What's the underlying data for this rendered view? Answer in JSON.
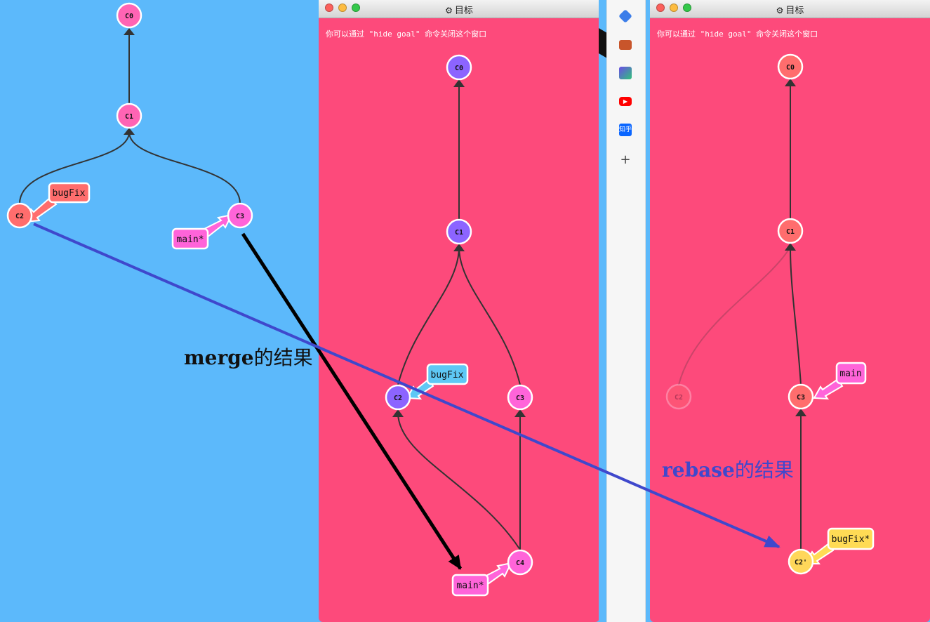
{
  "left_graph": {
    "nodes": {
      "c0": "C0",
      "c1": "C1",
      "c2": "C2",
      "c3": "C3"
    },
    "labels": {
      "bugfix": "bugFix",
      "main": "main*"
    }
  },
  "middle_window": {
    "title": "目标",
    "hint": "你可以通过 \"hide goal\" 命令关闭这个窗口",
    "nodes": {
      "c0": "C0",
      "c1": "C1",
      "c2": "C2",
      "c3": "C3",
      "c4": "C4"
    },
    "labels": {
      "bugfix": "bugFix",
      "main": "main*"
    }
  },
  "right_window": {
    "title": "目标",
    "hint": "你可以通过 \"hide goal\" 命令关闭这个窗口",
    "nodes": {
      "c0": "C0",
      "c1": "C1",
      "c2": "C2",
      "c3": "C3",
      "c2p": "C2'"
    },
    "labels": {
      "main": "main",
      "bugfix": "bugFix*"
    }
  },
  "annotations": {
    "merge_caption_en": "merge",
    "merge_caption_zh": "的结果",
    "rebase_caption_en": "rebase",
    "rebase_caption_zh": "的结果"
  },
  "sidebar": {
    "icons": [
      "tag-icon",
      "briefcase-icon",
      "image-edit-icon",
      "youtube-icon",
      "zhihu-icon",
      "plus-icon"
    ],
    "zhihu_label": "知乎",
    "plus_label": "+"
  },
  "colors": {
    "background": "#5cb9fb",
    "window": "#fd4a7b",
    "node_pink": "#ff64b4",
    "node_salmon": "#ff6d6d",
    "node_purple": "#8c64ff",
    "node_yellow": "#ffd75a",
    "label_red": "#ff6d6d",
    "label_pink": "#ff64d9",
    "label_cyan": "#5ec8f5",
    "label_yellow": "#ffdb55",
    "arrow_blue": "#3f48cc",
    "arrow_black": "#000000"
  }
}
